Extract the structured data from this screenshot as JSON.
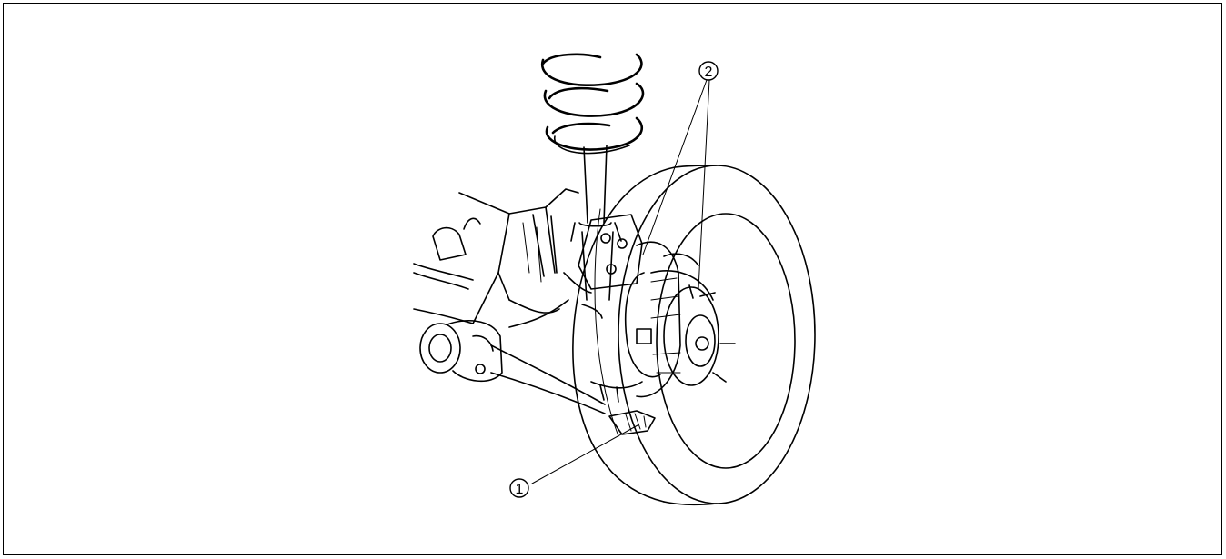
{
  "callouts": [
    {
      "number": "1",
      "text": "1"
    },
    {
      "number": "2",
      "text": "2"
    }
  ]
}
